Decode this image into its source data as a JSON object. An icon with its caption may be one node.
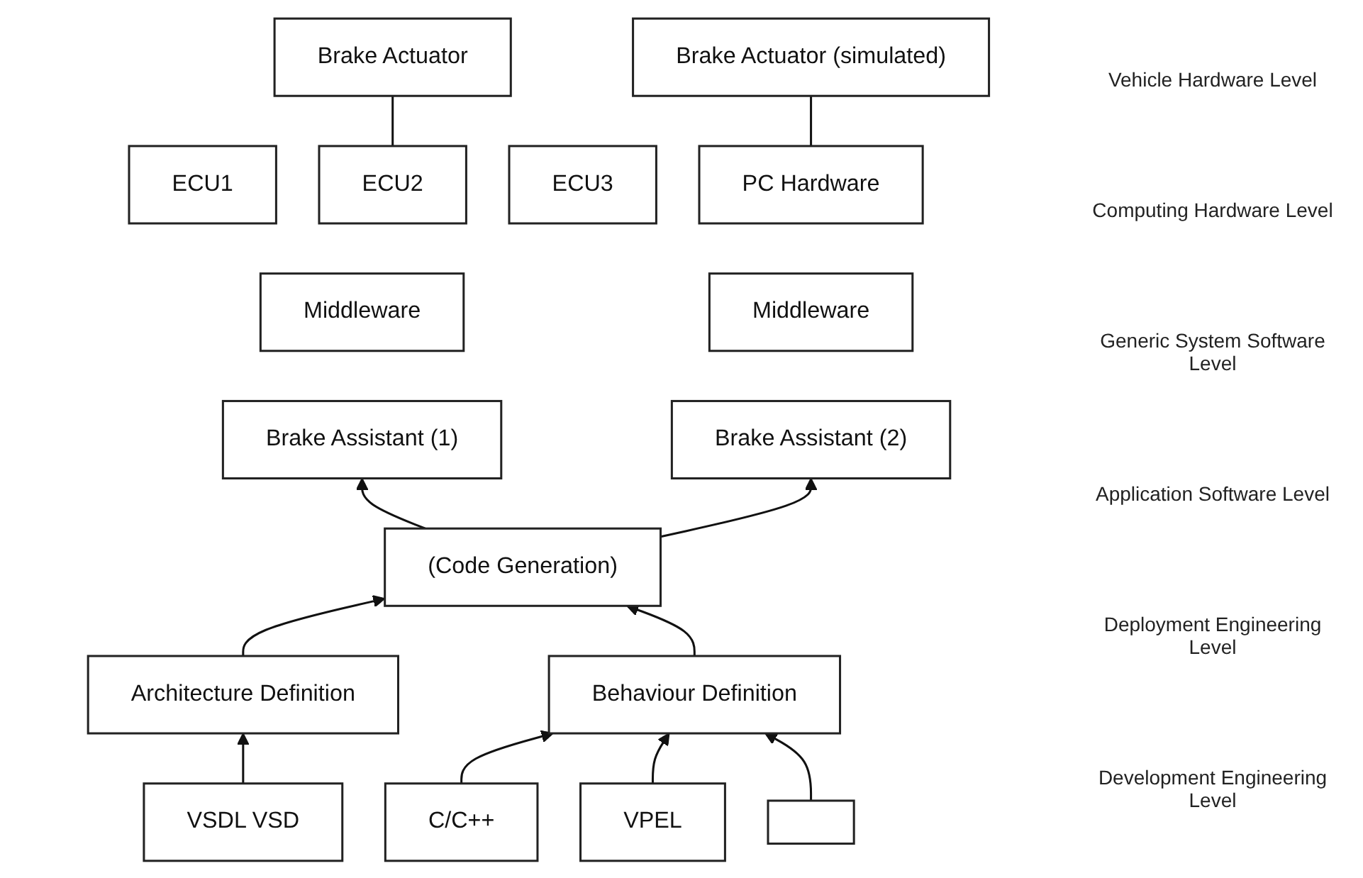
{
  "diagram": {
    "nodes": [
      {
        "text": [
          "Brake Actuator"
        ]
      },
      {
        "text": [
          "Brake Actuator (simulated)"
        ]
      },
      {
        "text": [
          "ECU1"
        ]
      },
      {
        "text": [
          "ECU2"
        ]
      },
      {
        "text": [
          "ECU3"
        ]
      },
      {
        "text": [
          "PC Hardware"
        ]
      },
      {
        "text": [
          "Middleware"
        ]
      },
      {
        "text": [
          "Middleware"
        ]
      },
      {
        "text": [
          "Brake Assistant (1)"
        ]
      },
      {
        "text": [
          "Brake Assistant (2)"
        ]
      },
      {
        "text": [
          "(Code Generation)"
        ]
      },
      {
        "text": [
          "Architecture Definition"
        ]
      },
      {
        "text": [
          "Behaviour Definition"
        ]
      },
      {
        "text": [
          "VSDL VSD"
        ]
      },
      {
        "text": [
          "C/C++"
        ]
      },
      {
        "text": [
          "VPEL"
        ]
      },
      {
        "text": [],
        "shape": "box"
      }
    ],
    "edges": [
      {
        "from": 3,
        "to": 0,
        "arrow": "none"
      },
      {
        "from": 5,
        "to": 1,
        "arrow": "none"
      },
      {
        "from": 10,
        "to": 8,
        "arrow": "to"
      },
      {
        "from": 10,
        "to": 9,
        "arrow": "to"
      },
      {
        "from": 11,
        "to": 10,
        "arrow": "to"
      },
      {
        "from": 12,
        "to": 10,
        "arrow": "to"
      },
      {
        "from": 13,
        "to": 11,
        "arrow": "to"
      },
      {
        "from": 14,
        "to": 12,
        "arrow": "to"
      },
      {
        "from": 15,
        "to": 12,
        "arrow": "to"
      },
      {
        "from": 16,
        "to": 12,
        "arrow": "to"
      }
    ],
    "labels": [
      "Vehicle Hardware Level",
      "Computing Hardware Level",
      "Generic System Software Level",
      "Application Software Level",
      "Deployment Engineering Level",
      "Development Engineering Level"
    ]
  }
}
